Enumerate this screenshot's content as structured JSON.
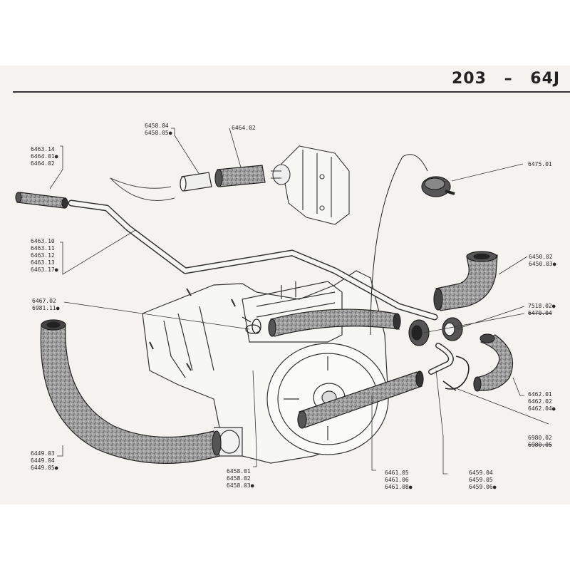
{
  "header": {
    "left": "203",
    "dash": "–",
    "right": "64J"
  },
  "colors": {
    "paper": "#f4f3ef",
    "ink": "#2a2a2a",
    "hose_fill": "#9b9b9b"
  },
  "callouts": [
    {
      "id": "6458",
      "lines": [
        "6458.04",
        "6458.05●"
      ]
    },
    {
      "id": "6464",
      "lines": [
        "6464.02"
      ]
    },
    {
      "id": "6463a",
      "lines": [
        "6463.14",
        "6464.01●",
        "6464.02"
      ]
    },
    {
      "id": "6475",
      "lines": [
        "6475.01"
      ]
    },
    {
      "id": "6463b",
      "lines": [
        "6463.10",
        "6463.11",
        "6463.12",
        "6463.13",
        "6463.17●"
      ]
    },
    {
      "id": "6450",
      "lines": [
        "6450.02",
        "6450.03●"
      ]
    },
    {
      "id": "6467",
      "lines": [
        "6467.02",
        "6981.11●"
      ]
    },
    {
      "id": "7518",
      "lines": [
        "7518.02●",
        "6470.04"
      ]
    },
    {
      "id": "6462",
      "lines": [
        "6462.01",
        "6462.02",
        "6462.04●"
      ]
    },
    {
      "id": "6980",
      "lines": [
        "6980.02",
        "6980.05"
      ]
    },
    {
      "id": "6449",
      "lines": [
        "6449.03",
        "6449.04",
        "6449.05●"
      ]
    },
    {
      "id": "6458b",
      "lines": [
        "6458.01",
        "6458.02",
        "6458.03●"
      ]
    },
    {
      "id": "6461",
      "lines": [
        "6461.05",
        "6461.06",
        "6461.08●"
      ]
    },
    {
      "id": "6459",
      "lines": [
        "6459.04",
        "6459.05",
        "6459.06●"
      ]
    }
  ]
}
